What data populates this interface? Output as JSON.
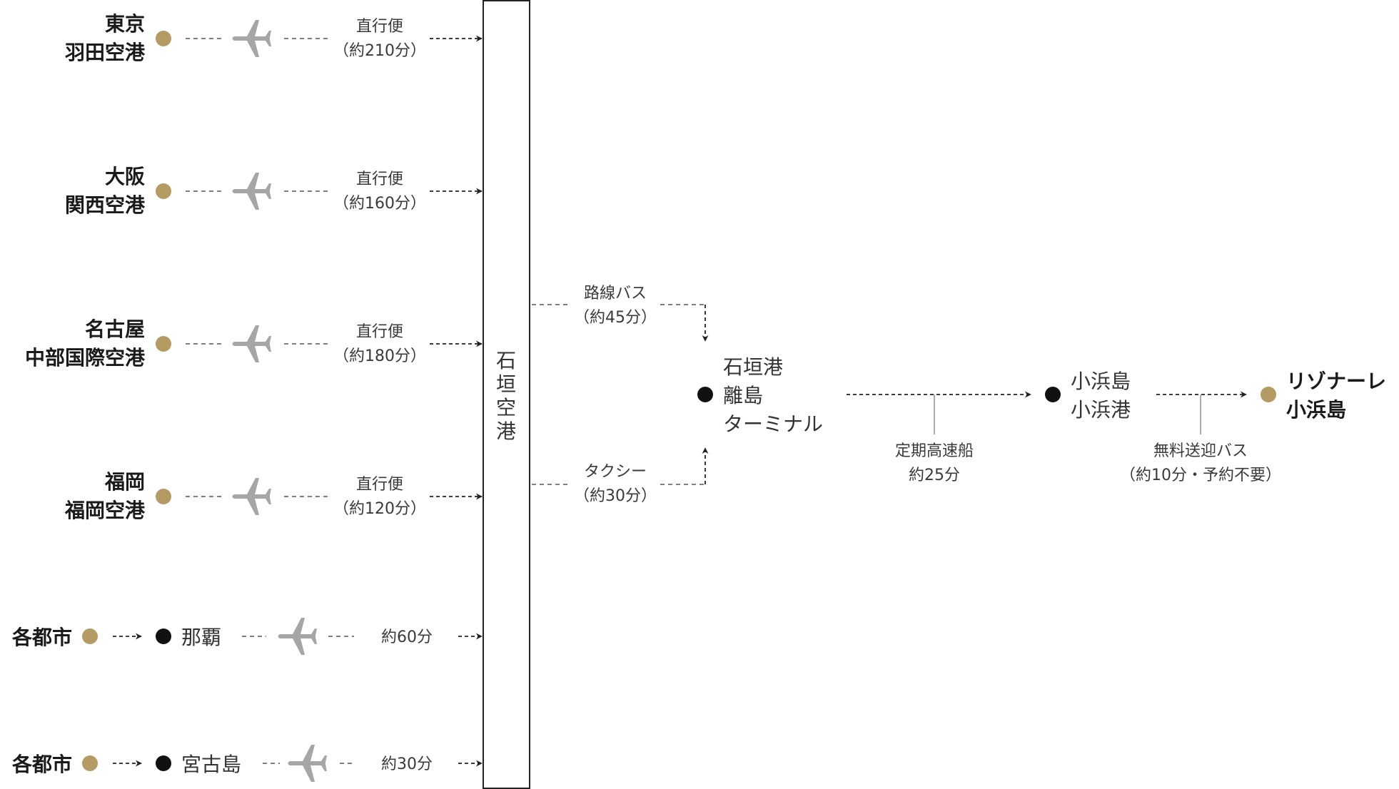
{
  "colors": {
    "origin_dot": "#b49a63",
    "hub_dot": "#111111",
    "plane": "#a6a6a6",
    "line": "#555555"
  },
  "hub": {
    "label_chars": [
      "石",
      "垣",
      "空",
      "港"
    ]
  },
  "routes": [
    {
      "line1": "東京",
      "line2": "羽田空港",
      "mode": "直行便",
      "time": "（約210分）"
    },
    {
      "line1": "大阪",
      "line2": "関西空港",
      "mode": "直行便",
      "time": "（約160分）"
    },
    {
      "line1": "名古屋",
      "line2": "中部国際空港",
      "mode": "直行便",
      "time": "（約180分）"
    },
    {
      "line1": "福岡",
      "line2": "福岡空港",
      "mode": "直行便",
      "time": "（約120分）"
    }
  ],
  "via_routes": [
    {
      "origin": "各都市",
      "via": "那覇",
      "time": "約60分"
    },
    {
      "origin": "各都市",
      "via": "宮古島",
      "time": "約30分"
    }
  ],
  "transfer": {
    "bus_mode": "路線バス",
    "bus_time": "（約45分）",
    "taxi_mode": "タクシー",
    "taxi_time": "（約30分）"
  },
  "terminal": {
    "line1": "石垣港",
    "line2": "離島",
    "line3": "ターミナル"
  },
  "ferry": {
    "mode": "定期高速船",
    "time": "約25分"
  },
  "port": {
    "line1": "小浜島",
    "line2": "小浜港"
  },
  "shuttle": {
    "mode": "無料送迎バス",
    "time": "（約10分・予約不要）"
  },
  "destination": {
    "line1": "リゾナーレ",
    "line2": "小浜島"
  }
}
